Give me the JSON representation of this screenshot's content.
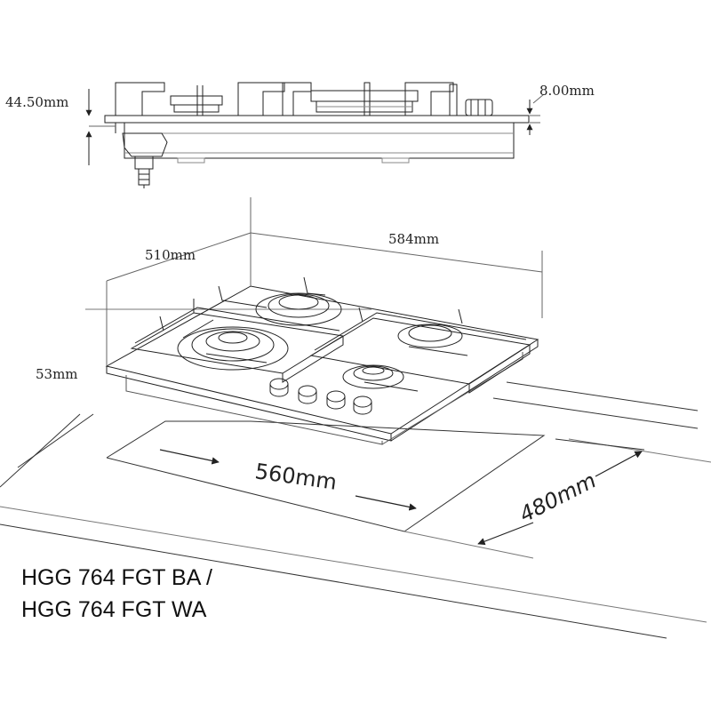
{
  "dimensions": {
    "side_height": "44.50mm",
    "glass_thickness": "8.00mm",
    "depth": "510mm",
    "width": "584mm",
    "height": "53mm",
    "cutout_width": "560mm",
    "cutout_depth": "480mm"
  },
  "model": {
    "line1": "HGG 764 FGT BA /",
    "line2": "HGG 764 FGT WA"
  },
  "colors": {
    "line": "#222222",
    "thin": "#666666"
  }
}
